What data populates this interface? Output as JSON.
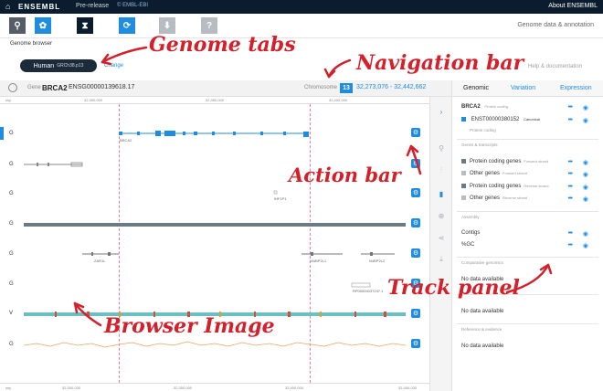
{
  "topbar": {
    "brand": "ENSEMBL",
    "release": "Pre-release",
    "embl": "© EMBL-EBI",
    "about": "About ENSEMBL"
  },
  "appbar": {
    "title": "Genome data & annotation",
    "apps": [
      {
        "name": "search-app",
        "color": "#555e67",
        "glyph": "🔍"
      },
      {
        "name": "species-app",
        "color": "#1f8ce0",
        "glyph": "✿"
      },
      {
        "name": "browser-app",
        "color": "#0a1c2d",
        "glyph": "⧗"
      },
      {
        "name": "refresh-app",
        "color": "#1f8ce0",
        "glyph": "⟳"
      },
      {
        "name": "download-app",
        "color": "#b7bcc2",
        "glyph": "⬇"
      },
      {
        "name": "help-app",
        "color": "#b7bcc2",
        "glyph": "?"
      }
    ]
  },
  "genome": {
    "label": "Genome browser",
    "species": "Human",
    "assembly": "GRCh38.p13",
    "change": "Change",
    "help": "Help & documentation"
  },
  "nav": {
    "gene_label": "Gene",
    "gene_name": "BRCA2",
    "gene_id": "ENSG00000139618.17",
    "chr_label": "Chromosome",
    "chr": "13",
    "position": "32,273,076 - 32,442,662"
  },
  "ruler": {
    "top": [
      "32,300,000",
      "32,350,000",
      "32,400,000"
    ],
    "bottom": [
      "32,300,000",
      "32,350,000",
      "32,400,000",
      "32,450,000"
    ],
    "start": "ssy"
  },
  "tracks": [
    {
      "label": "G",
      "feature": "BRCA2"
    },
    {
      "label": "G",
      "feature": ""
    },
    {
      "label": "G",
      "feature": "IHF1P1"
    },
    {
      "label": "G",
      "feature": ""
    },
    {
      "label": "G",
      "feature": "ZAR1L",
      "feature2": "N4BP2L1",
      "feature3": "N4BP2L2"
    },
    {
      "label": "G",
      "feature": "RP00000037247.1"
    },
    {
      "label": "V",
      "feature": ""
    },
    {
      "label": "G",
      "feature": ""
    }
  ],
  "panel": {
    "tabs": [
      "Genomic",
      "Variation",
      "Expression"
    ],
    "gene": "BRCA2",
    "gene_type": "Protein coding",
    "transcript": "ENST00000380152",
    "transcript_tag": "Canonical",
    "transcript_type": "Protein coding",
    "sections": {
      "genes": "Genes & transcripts",
      "assembly": "Assembly",
      "comparative": "Comparative genomics",
      "reference": "Reference & evidence"
    },
    "gene_rows": [
      {
        "label": "Protein coding genes",
        "strand": "Forward strand",
        "color": "#6c7a85"
      },
      {
        "label": "Other genes",
        "strand": "Forward strand",
        "color": "#b7bcc2"
      },
      {
        "label": "Protein coding genes",
        "strand": "Reverse strand",
        "color": "#6c7a85"
      },
      {
        "label": "Other genes",
        "strand": "Reverse strand",
        "color": "#b7bcc2"
      }
    ],
    "assembly_rows": [
      "Contigs",
      "%GC"
    ],
    "no_data": "No data available"
  },
  "annotations": {
    "genome_tabs": "Genome tabs",
    "navigation_bar": "Navigation bar",
    "action_bar": "Action bar",
    "track_panel": "Track panel",
    "browser_image": "Browser Image"
  }
}
